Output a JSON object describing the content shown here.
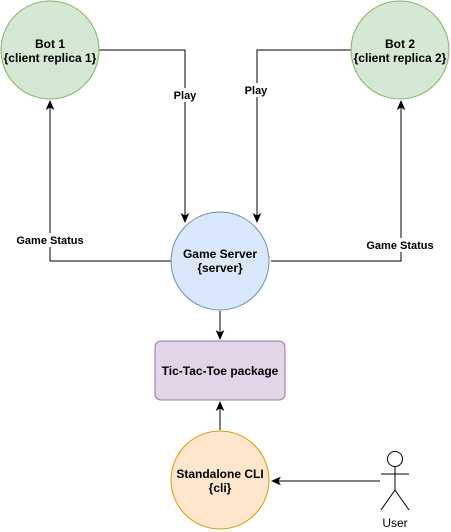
{
  "nodes": {
    "bot1": {
      "line1": "Bot 1",
      "line2": "{client replica 1}",
      "fill": "#d5e8d4",
      "stroke": "#82b366"
    },
    "bot2": {
      "line1": "Bot 2",
      "line2": "{client replica 2}",
      "fill": "#d5e8d4",
      "stroke": "#82b366"
    },
    "game_server": {
      "line1": "Game Server",
      "line2": "{server}",
      "fill": "#dae8fc",
      "stroke": "#6c8ebf"
    },
    "package": {
      "label": "Tic-Tac-Toe package",
      "fill": "#e1d5e7",
      "stroke": "#9673a6"
    },
    "cli": {
      "line1": "Standalone CLI",
      "line2": "{cli}",
      "fill": "#ffe6cc",
      "stroke": "#d79b00"
    },
    "user": {
      "label": "User"
    }
  },
  "edges": {
    "bot1_to_server": {
      "label": "Play"
    },
    "bot2_to_server": {
      "label": "Play"
    },
    "server_to_bot1": {
      "label": "Game Status"
    },
    "server_to_bot2": {
      "label": "Game Status"
    }
  }
}
